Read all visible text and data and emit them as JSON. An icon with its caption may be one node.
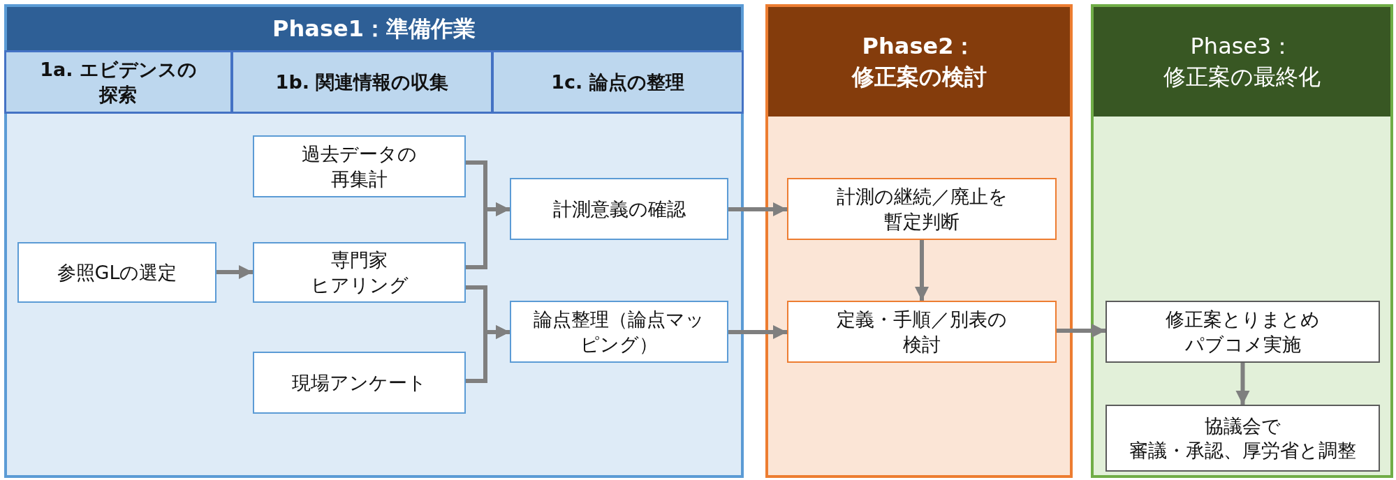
{
  "diagram": {
    "nodes": [
      {
        "text": [
          "Phase1：準備作業"
        ]
      },
      {
        "text": [
          "1a. エビデンスの探索"
        ],
        "in": 0
      },
      {
        "text": [
          "1b. 関連情報の収集"
        ],
        "in": 0
      },
      {
        "text": [
          "1c. 論点の整理"
        ],
        "in": 0
      },
      {
        "text": [
          "参照GLの選定"
        ],
        "in": 0
      },
      {
        "text": [
          "過去データの再集計"
        ],
        "in": 0
      },
      {
        "text": [
          "専門家ヒアリング"
        ],
        "in": 0
      },
      {
        "text": [
          "現場アンケート"
        ],
        "in": 0
      },
      {
        "text": [
          "計測意義の確認"
        ],
        "in": 0
      },
      {
        "text": [
          "論点整理（論点マッピング）"
        ],
        "in": 0
      },
      {
        "text": [
          "Phase2：修正案の検討"
        ]
      },
      {
        "text": [
          "計測の継続／廃止を暫定判断"
        ],
        "in": 10
      },
      {
        "text": [
          "定義・手順／別表の検討"
        ],
        "in": 10
      },
      {
        "text": [
          "Phase3：修正案の最終化"
        ]
      },
      {
        "text": [
          "修正案とりまとめパブコメ実施"
        ],
        "in": 13
      },
      {
        "text": [
          "協議会で審議・承認、厚労省と調整"
        ],
        "in": 13
      }
    ],
    "edges": [
      {
        "from": 4,
        "to": 6,
        "arrow": "to"
      },
      {
        "from": 5,
        "to": 8,
        "arrow": "to"
      },
      {
        "from": 6,
        "to": 8,
        "arrow": "to"
      },
      {
        "from": 6,
        "to": 9,
        "arrow": "to"
      },
      {
        "from": 7,
        "to": 9,
        "arrow": "to"
      },
      {
        "from": 8,
        "to": 11,
        "arrow": "to"
      },
      {
        "from": 9,
        "to": 12,
        "arrow": "to"
      },
      {
        "from": 11,
        "to": 12,
        "arrow": "to"
      },
      {
        "from": 12,
        "to": 14,
        "arrow": "to"
      },
      {
        "from": 14,
        "to": 15,
        "arrow": "to"
      }
    ]
  }
}
